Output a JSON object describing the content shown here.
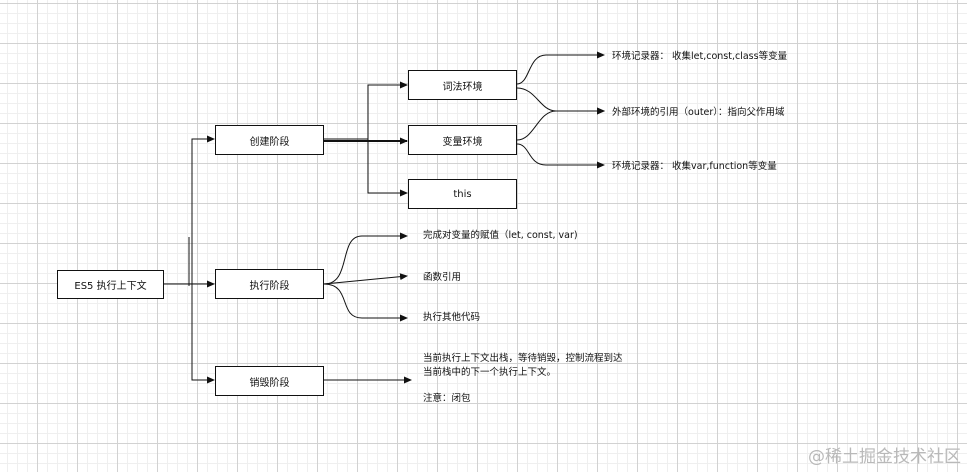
{
  "root": {
    "label": "ES5 执行上下文"
  },
  "phases": {
    "create": {
      "label": "创建阶段"
    },
    "execute": {
      "label": "执行阶段"
    },
    "destroy": {
      "label": "销毁阶段"
    }
  },
  "create_children": {
    "lexical": "词法环境",
    "variable": "变量环境",
    "this": "this"
  },
  "env_notes": {
    "lexical_record": "环境记录器： 收集let,const,class等变量",
    "outer": "外部环境的引用（outer）：指向父作用域",
    "variable_record": "环境记录器： 收集var,function等变量"
  },
  "execute_notes": {
    "assign": "完成对变量的赋值（let, const, var)",
    "func_ref": "函数引用",
    "other": "执行其他代码"
  },
  "destroy_notes": {
    "line1": "当前执行上下文出栈，等待销毁，控制流程到达",
    "line2": "当前栈中的下一个执行上下文。",
    "closure": "注意：闭包"
  },
  "watermark": "@稀土掘金技术社区"
}
